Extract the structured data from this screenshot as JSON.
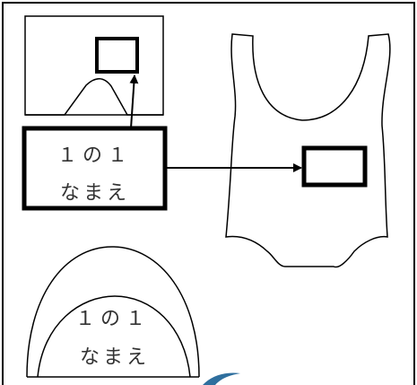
{
  "name_tag": {
    "line1": "１の１",
    "line2": "なまえ"
  },
  "hat_label": {
    "line1": "１の１",
    "line2": "なまえ"
  }
}
